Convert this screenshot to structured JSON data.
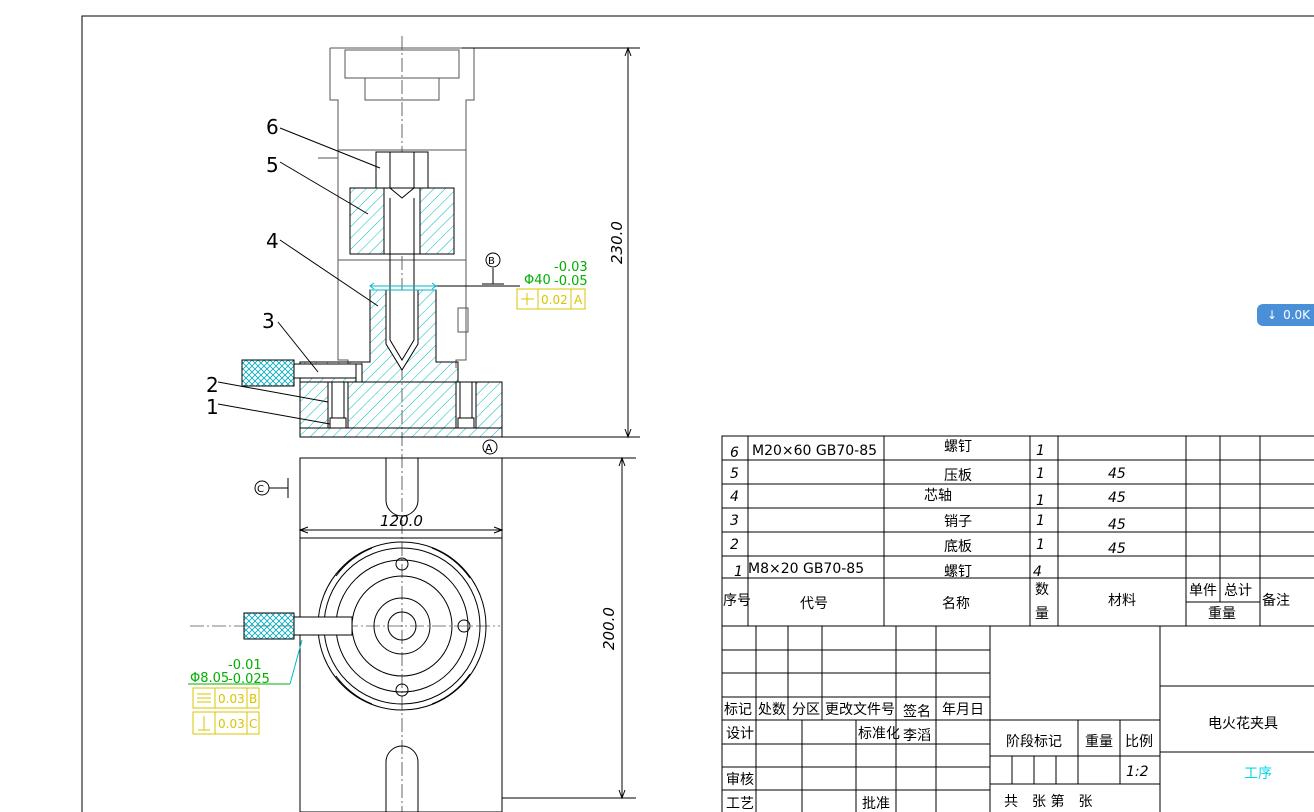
{
  "dims": {
    "height_upper": "230.0",
    "height_lower": "200.0",
    "width": "120.0"
  },
  "leaders": [
    "1",
    "2",
    "3",
    "4",
    "5",
    "6"
  ],
  "tolerances": {
    "phi40": "Φ40",
    "phi40_up": "-0.03",
    "phi40_low": "-0.05",
    "fcf1": "0.02",
    "datum1": "A",
    "phi8": "Φ8.05",
    "phi8_up": "-0.01",
    "phi8_low": "-0.025",
    "fcf2": "0.03",
    "datum2": "B",
    "fcf3": "0.03",
    "datum3": "C"
  },
  "datum_labels": {
    "a": "A",
    "b": "B",
    "c": "C"
  },
  "bom": {
    "rows": [
      {
        "no": "6",
        "code": "M20×60 GB70-85",
        "name": "螺钉",
        "qty": "1",
        "material": ""
      },
      {
        "no": "5",
        "code": "",
        "name": "压板",
        "qty": "1",
        "material": "45"
      },
      {
        "no": "4",
        "code": "",
        "name": "芯轴",
        "qty": "1",
        "material": "45"
      },
      {
        "no": "3",
        "code": "",
        "name": "销子",
        "qty": "1",
        "material": "45"
      },
      {
        "no": "2",
        "code": "",
        "name": "底板",
        "qty": "1",
        "material": "45"
      },
      {
        "no": "1",
        "code": "M8×20 GB70-85",
        "name": "螺钉",
        "qty": "4",
        "material": ""
      }
    ],
    "headers": {
      "no": "序号",
      "code": "代号",
      "name": "名称",
      "qty1": "数",
      "qty2": "量",
      "material": "材料",
      "unit": "单件",
      "total": "总计",
      "weight": "重量",
      "note": "备注"
    }
  },
  "title_block": {
    "mark": "标记",
    "count": "处数",
    "zone": "分区",
    "doc": "更改文件号",
    "sign": "签名",
    "date": "年月日",
    "design": "设计",
    "standard": "标准化",
    "designer": "李滔",
    "review": "审核",
    "process": "工艺",
    "approve": "批准",
    "stage": "阶段标记",
    "weight": "重量",
    "scale": "比例",
    "scale_val": "1:2",
    "sheets": "共　张 第　张",
    "title": "电火花夹具",
    "code_cyan": "工序"
  },
  "badge": {
    "arrow": "↓",
    "text": "0.0K"
  }
}
